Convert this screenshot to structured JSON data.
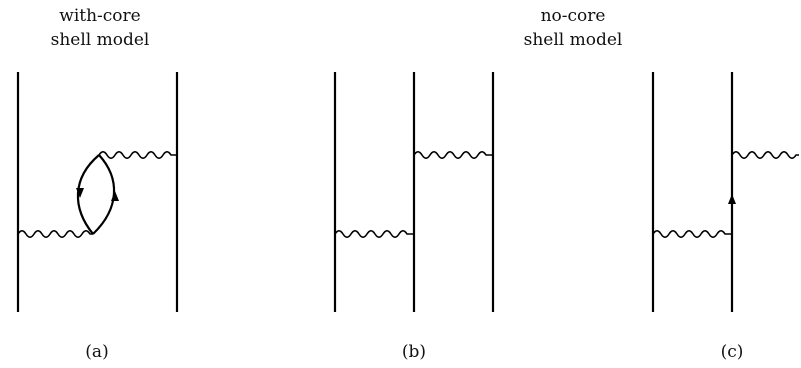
{
  "headers": {
    "with_core_line1": "with-core",
    "with_core_line2": "shell model",
    "no_core_line1": "no-core",
    "no_core_line2": "shell model"
  },
  "panels": {
    "a": "(a)",
    "b": "(b)",
    "c": "(c)"
  }
}
